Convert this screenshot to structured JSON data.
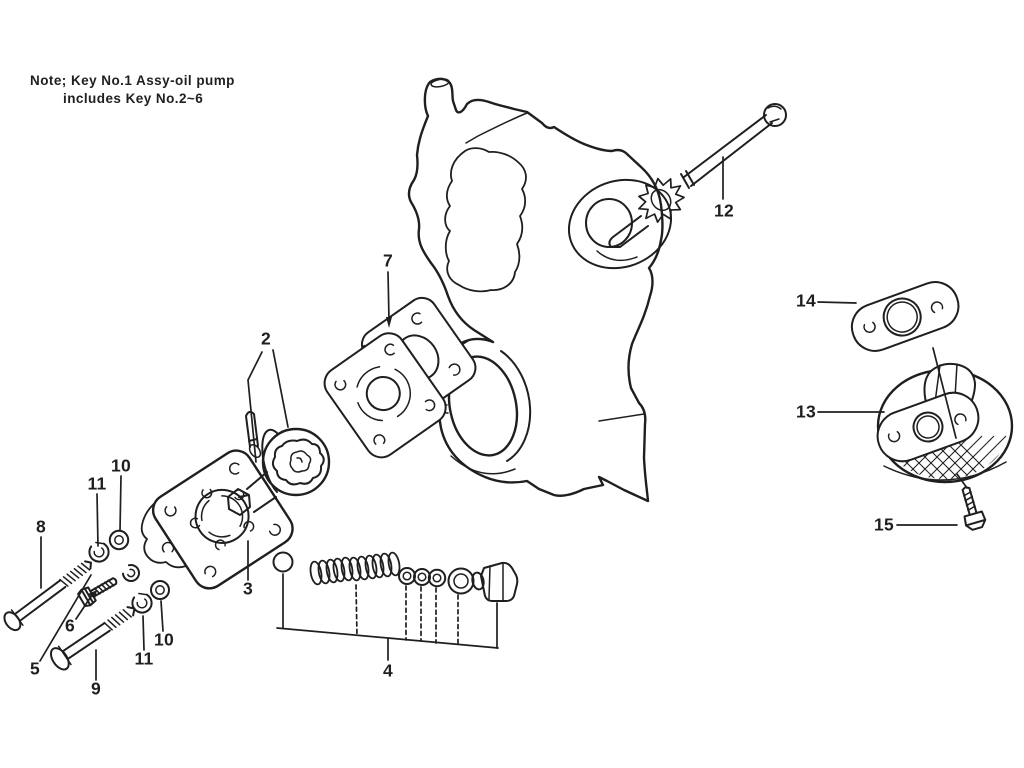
{
  "figure": {
    "background_color": "#ffffff",
    "ink_color": "#1f1f1f",
    "note": {
      "line1": "Note; Key No.1 Assy-oil pump",
      "line2": "includes Key No.2~6"
    },
    "callouts": [
      {
        "label": "2"
      },
      {
        "label": "3"
      },
      {
        "label": "4"
      },
      {
        "label": "5"
      },
      {
        "label": "6"
      },
      {
        "label": "7"
      },
      {
        "label": "8"
      },
      {
        "label": "9"
      },
      {
        "label": "10"
      },
      {
        "label": "10"
      },
      {
        "label": "11"
      },
      {
        "label": "11"
      },
      {
        "label": "12"
      },
      {
        "label": "13"
      },
      {
        "label": "14"
      },
      {
        "label": "15"
      }
    ]
  }
}
